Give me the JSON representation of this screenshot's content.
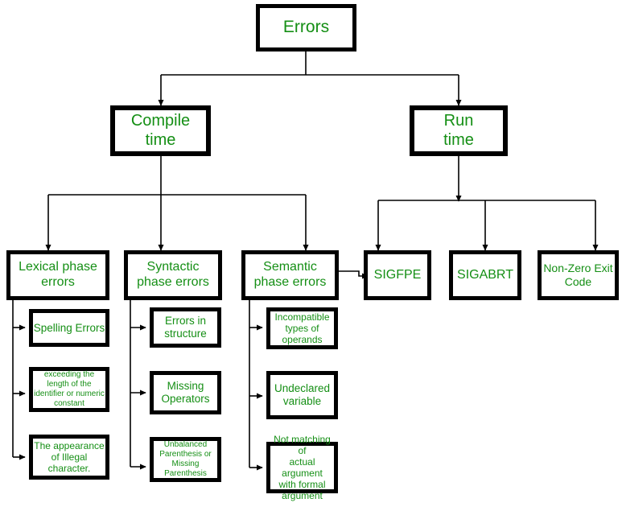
{
  "diagram": {
    "title": "Errors",
    "text_color": "#158f15",
    "border_color": "#000000",
    "background_color": "#ffffff",
    "nodes": {
      "root": {
        "label": "Errors"
      },
      "compile_time": {
        "label": "Compile\ntime"
      },
      "run_time": {
        "label": "Run\ntime"
      },
      "lexical": {
        "label": "Lexical phase\nerrors"
      },
      "syntactic": {
        "label": "Syntactic\nphase errors"
      },
      "semantic": {
        "label": "Semantic\nphase errors"
      },
      "sigfpe": {
        "label": "SIGFPE"
      },
      "sigabrt": {
        "label": "SIGABRT"
      },
      "nonzero": {
        "label": "Non-Zero Exit\nCode"
      },
      "lex_1": {
        "label": "Spelling Errors"
      },
      "lex_2": {
        "label": "exceeding the\nlength of the\nidentifier or numeric\nconstant"
      },
      "lex_3": {
        "label": "The appearance\nof Illegal\ncharacter."
      },
      "syn_1": {
        "label": "Errors in\nstructure"
      },
      "syn_2": {
        "label": "Missing\nOperators"
      },
      "syn_3": {
        "label": "Unbalanced\nParenthesis or\nMissing\nParenthesis"
      },
      "sem_1": {
        "label": "Incompatible\ntypes of\noperands"
      },
      "sem_2": {
        "label": "Undeclared\nvariable"
      },
      "sem_3": {
        "label": "Not matching of\nactual argument\nwith formal\nargument"
      }
    },
    "edges": [
      {
        "from": "root",
        "to": "compile_time"
      },
      {
        "from": "root",
        "to": "run_time"
      },
      {
        "from": "compile_time",
        "to": "lexical"
      },
      {
        "from": "compile_time",
        "to": "syntactic"
      },
      {
        "from": "compile_time",
        "to": "semantic"
      },
      {
        "from": "run_time",
        "to": "sigfpe"
      },
      {
        "from": "run_time",
        "to": "sigabrt"
      },
      {
        "from": "run_time",
        "to": "nonzero"
      },
      {
        "from": "semantic",
        "to": "sigfpe"
      },
      {
        "from": "lexical",
        "to": "lex_1"
      },
      {
        "from": "lexical",
        "to": "lex_2"
      },
      {
        "from": "lexical",
        "to": "lex_3"
      },
      {
        "from": "syntactic",
        "to": "syn_1"
      },
      {
        "from": "syntactic",
        "to": "syn_2"
      },
      {
        "from": "syntactic",
        "to": "syn_3"
      },
      {
        "from": "semantic",
        "to": "sem_1"
      },
      {
        "from": "semantic",
        "to": "sem_2"
      },
      {
        "from": "semantic",
        "to": "sem_3"
      }
    ]
  }
}
